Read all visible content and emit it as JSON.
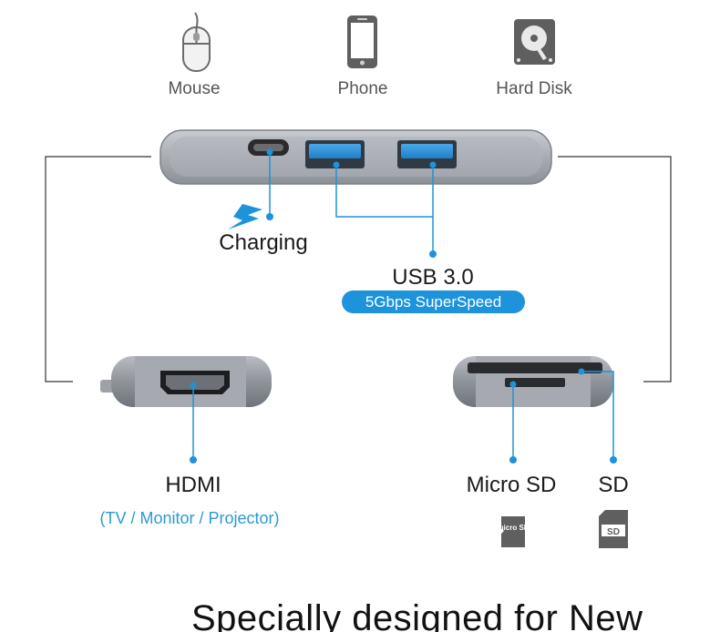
{
  "devices": {
    "mouse": "Mouse",
    "phone": "Phone",
    "hard_disk": "Hard Disk"
  },
  "ports": {
    "charging": "Charging",
    "usb": "USB 3.0",
    "usb_speed": "5Gbps SuperSpeed",
    "hdmi": "HDMI",
    "hdmi_targets": "(TV / Monitor / Projector)",
    "micro_sd": "Micro SD",
    "sd": "SD"
  },
  "icons": {
    "micro_sd_card": "micro SD",
    "sd_card": "SD"
  },
  "headline": "Specially designed for New",
  "colors": {
    "accent_blue": "#1c93db",
    "hub_gray": "#9a9ea6"
  }
}
